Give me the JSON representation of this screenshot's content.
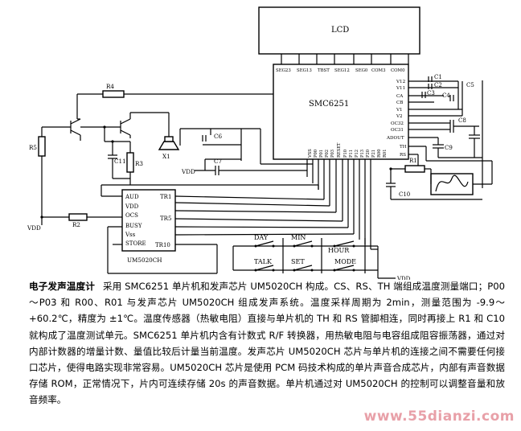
{
  "diagram": {
    "lcd": {
      "label": "LCD"
    },
    "mcu": {
      "label": "SMC6251",
      "top_pins": [
        "SEG23",
        "SEG13",
        "TBST",
        "SEG12",
        "SEG0",
        "COM3",
        "COM0"
      ],
      "right_pins": [
        "V12",
        "V11",
        "CA",
        "CB",
        "V1",
        "V2",
        "OC32",
        "OC31",
        "ADOUT",
        "TH",
        "RS"
      ],
      "bottom_pins": [
        "VSS",
        "P00",
        "P01",
        "P02",
        "P03",
        "RESET",
        "P10",
        "P11",
        "P12",
        "P13",
        "P20",
        "P21",
        "R00",
        "R01"
      ]
    },
    "voice_chip": {
      "label": "UM5020CH",
      "left_pins": [
        "AUD",
        "VDD",
        "OCS",
        "BUSY",
        "Vss",
        "STORE"
      ],
      "right_pins": [
        "TR1",
        "TR5",
        "TR10"
      ]
    },
    "parts": {
      "r1": "R1",
      "r2": "R2",
      "r3": "R3",
      "r4": "R4",
      "r5": "R5",
      "c1": "C1",
      "c2": "C2",
      "c3": "C3",
      "c4": "C4",
      "c5": "C5",
      "c6": "C6",
      "c7": "C7",
      "c8": "C8",
      "c9": "C9",
      "c10": "C10",
      "c11": "C11",
      "x1": "X1",
      "vdd": "VDD"
    },
    "buttons": [
      "DAY",
      "MIN",
      "HOUR",
      "TALK",
      "SET",
      "MODE"
    ]
  },
  "caption": {
    "title": "电子发声温度计",
    "body": "采用 SMC6251 单片机和发声芯片 UM5020CH 构成。CS、RS、TH 端组成温度测量端口；P00～P03 和 R00、R01 与发声芯片 UM5020CH 组成发声系统。温度采样周期为 2min，测量范围为 -9.9～+60.2℃，精度为 ±1℃。温度传感器（热敏电阻）直接与单片机的 TH 和 RS 管脚相连，同时再接上 R1 和 C10 就构成了温度测试单元。SMC6251 单片机内含有计数式 R/F 转换器，用热敏电阻与电容组成阻容振荡器，通过对内部计数器的增量计数、量值比较后计量当前温度。发声芯片 UM5020CH 芯片与单片机的连接之间不需要任何接口芯片，使得电路实现非常容易。UM5020CH 芯片是使用 PCM 码技术构成的单片声音合成芯片，内部有声音数据存储 ROM，正常情况下，片内可连续存储 20s 的声音数据。单片机通过对 UM5020CH 的控制可以调整音量和放音频率。"
  },
  "watermark": "www.55dianzi.com"
}
